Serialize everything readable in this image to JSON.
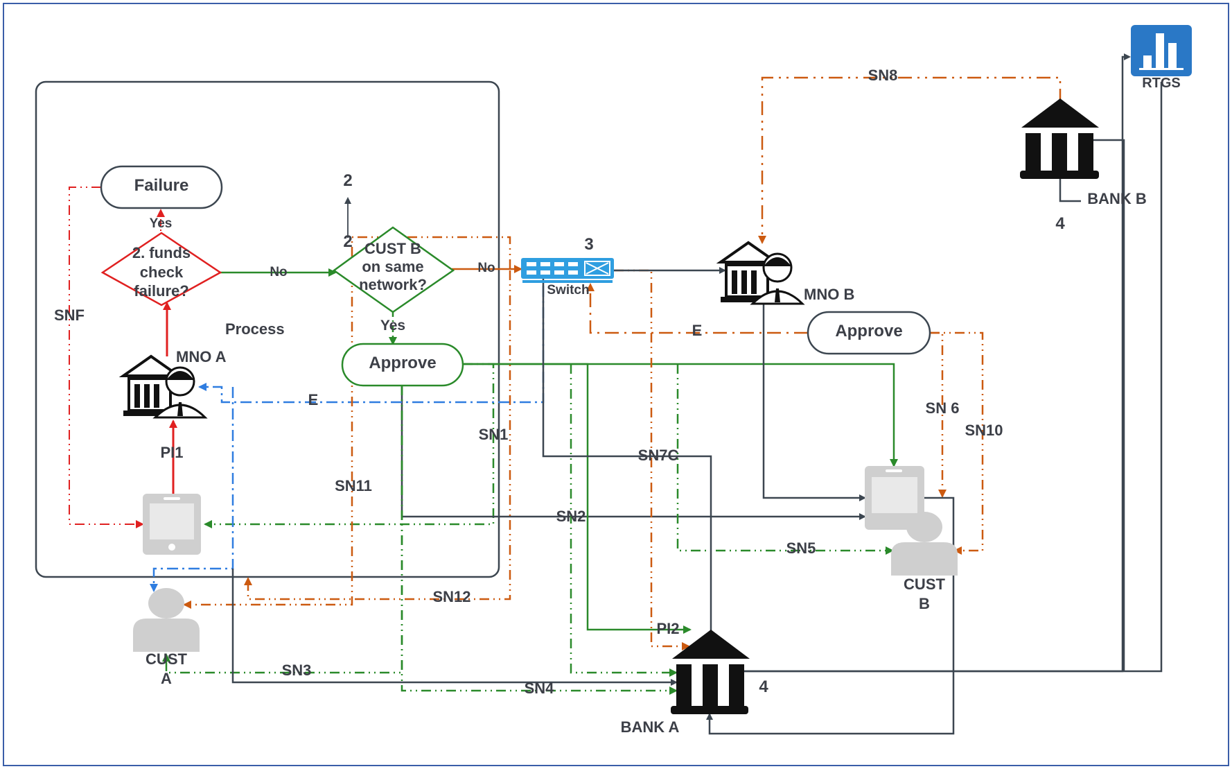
{
  "colors": {
    "frame": "#3a5ea8",
    "dark": "#3c4650",
    "red": "#e02020",
    "green": "#2a8a2a",
    "orange": "#cc5a10",
    "blue": "#2f7de0",
    "device_gray": "#cfcfcf",
    "switch_blue": "#2f9ee0",
    "rtgs_blue": "#2a78c6"
  },
  "process_box": {
    "label": "Process"
  },
  "nodes": {
    "failure": "Failure",
    "decision_funds": [
      "2. funds",
      "check",
      "failure?"
    ],
    "decision_network": [
      "CUST B",
      "on same",
      "network?"
    ],
    "approve_left": "Approve",
    "approve_right": "Approve",
    "mno_a": "MNO A",
    "mno_b": "MNO B",
    "cust_a": [
      "CUST",
      "A"
    ],
    "cust_b": [
      "CUST",
      "B"
    ],
    "bank_a": "BANK A",
    "bank_b": "BANK B",
    "switch": "Switch",
    "rtgs": "RTGS"
  },
  "step_numbers": {
    "step_2_top": "2",
    "step_2_inner": "2",
    "step_3": "3",
    "step_4_bank_b": "4",
    "step_4_bank_a": "4"
  },
  "edge_labels": {
    "yes_failure": "Yes",
    "no_funds": "No",
    "no_network": "No",
    "yes_network": "Yes",
    "snf": "SNF",
    "pi1": "PI1",
    "pi2": "PI2",
    "e_left": "E",
    "e_right": "E",
    "sn1": "SN1",
    "sn2": "SN2",
    "sn3": "SN3",
    "sn4": "SN4",
    "sn5": "SN5",
    "sn6": "SN 6",
    "sn7c": "SN7C",
    "sn8": "SN8",
    "sn10": "SN10",
    "sn11": "SN11",
    "sn12": "SN12"
  }
}
